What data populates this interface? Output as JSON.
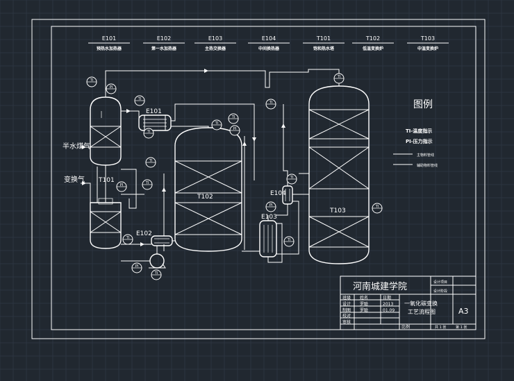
{
  "equipment_header": [
    {
      "code": "E101",
      "name": "预热水加热器"
    },
    {
      "code": "E102",
      "name": "第一水加热器"
    },
    {
      "code": "E103",
      "name": "主热交换器"
    },
    {
      "code": "E104",
      "name": "中间换热器"
    },
    {
      "code": "T101",
      "name": "饱和热水塔"
    },
    {
      "code": "T102",
      "name": "低温变换炉"
    },
    {
      "code": "T103",
      "name": "中温变换炉"
    }
  ],
  "labels": {
    "half_water_gas": "半水煤气",
    "shift_gas": "变换气",
    "t101": "T101",
    "t102": "T102",
    "t103": "T103",
    "e101": "E101",
    "e102": "E102",
    "e103": "E103",
    "e104": "E104"
  },
  "legend": {
    "title": "图例",
    "ti": "TI-温度指示",
    "pi": "PI-压力指示",
    "line1": "主物料管线",
    "line2": "辅助物料管线"
  },
  "instruments": {
    "ti": "TI",
    "pi": "PI"
  },
  "title_block": {
    "school": "河南城建学院",
    "drawing_title_1": "一氧化碳变换",
    "drawing_title_2": "工艺流程图",
    "size": "A3",
    "r1": "设计项目",
    "r2": "设计阶段",
    "rows": [
      {
        "role": "班级",
        "name": "姓名",
        "date": "日期"
      },
      {
        "role": "设计",
        "name": "罗聪",
        "date": "2013"
      },
      {
        "role": "制图",
        "name": "罗聪",
        "date": "01.09"
      },
      {
        "role": "校对",
        "name": "",
        "date": ""
      },
      {
        "role": "审核",
        "name": "",
        "date": ""
      }
    ],
    "scale_label": "比例",
    "sheets": "共 1 张",
    "sheet_no": "第 1 张"
  }
}
